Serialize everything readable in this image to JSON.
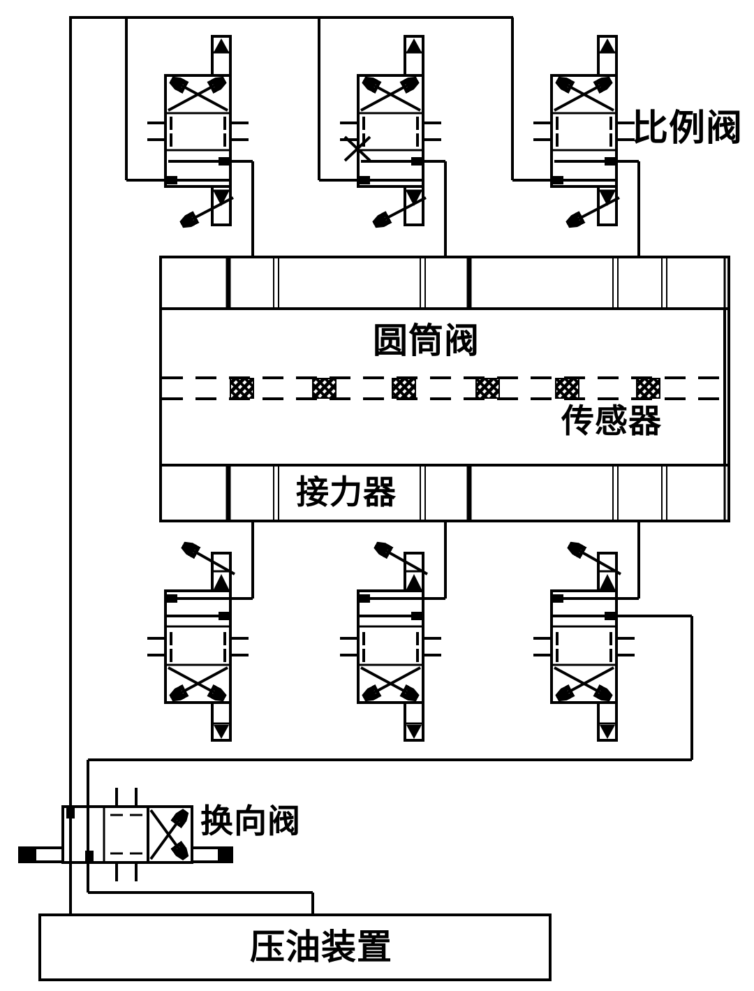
{
  "title": "hydraulic-governor-schematic",
  "colors": {
    "ink": "#000000",
    "paper": "#ffffff"
  },
  "labels": {
    "proportional_valve": "比例阀",
    "cylinder_valve": "圆筒阀",
    "sensor": "传感器",
    "relay": "接力器",
    "directional_valve": "换向阀",
    "oil_pressure_device": "压油装置"
  },
  "components": {
    "proportional_valve_count": 3,
    "lower_valve_count": 3,
    "sensor_element_count": 6
  }
}
